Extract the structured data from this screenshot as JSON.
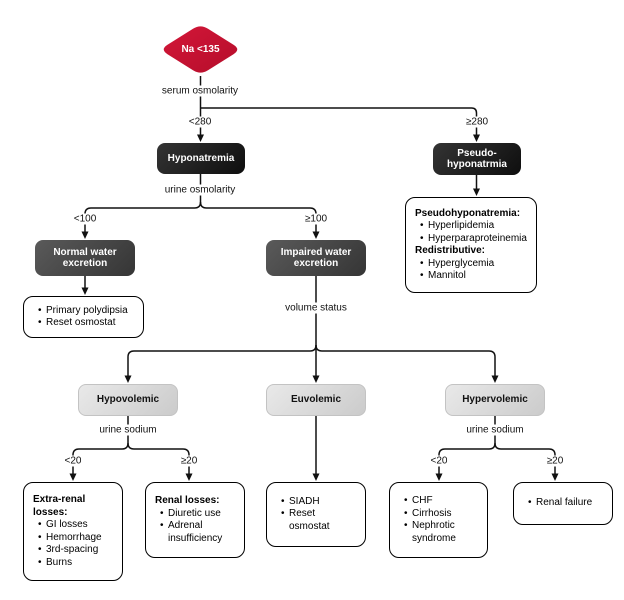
{
  "colors": {
    "diamond_red": "#C8102E",
    "dark_node": "#1a1a1a",
    "mid_node": "#474747",
    "light_node": "#d9d9d9",
    "line": "#111111"
  },
  "diagram": {
    "start_node": {
      "label": "Na <135"
    },
    "decision_labels": {
      "serum_osmolarity": "serum osmolarity",
      "urine_osmolarity": "urine osmolarity",
      "volume_status": "volume status",
      "urine_sodium_hypo": "urine sodium",
      "urine_sodium_hyper": "urine sodium"
    },
    "branch_labels": {
      "serum_low": "<280",
      "serum_high": "≥280",
      "urine_low": "<100",
      "urine_high": "≥100",
      "hypo_low": "<20",
      "hypo_high": "≥20",
      "hyper_low": "<20",
      "hyper_high": "≥20"
    },
    "category_nodes": {
      "hyponatremia": "Hyponatremia",
      "pseudohyponatremia": "Pseudo-hyponatrmia",
      "normal_water": "Normal water excretion",
      "impaired_water": "Impaired water excretion",
      "hypovolemic": "Hypovolemic",
      "euvolemic": "Euvolemic",
      "hypervolemic": "Hypervolemic"
    },
    "result_boxes": {
      "pseudo_detail": {
        "sections": [
          {
            "header": "Pseudohyponatremia:",
            "items": [
              "Hyperlipidemia",
              "Hyperparaproteinemia"
            ]
          },
          {
            "header": "Redistributive:",
            "items": [
              "Hyperglycemia",
              "Mannitol"
            ]
          }
        ]
      },
      "normal_water_causes": {
        "items": [
          "Primary polydipsia",
          "Reset osmostat"
        ]
      },
      "extra_renal": {
        "header": "Extra-renal losses:",
        "items": [
          "GI losses",
          "Hemorrhage",
          "3rd-spacing",
          "Burns"
        ]
      },
      "renal_losses": {
        "header": "Renal losses:",
        "items": [
          "Diuretic use",
          "Adrenal insufficiency"
        ]
      },
      "euvolemic_causes": {
        "items": [
          "SIADH",
          "Reset osmostat"
        ]
      },
      "hypervolemic_low_na": {
        "items": [
          "CHF",
          "Cirrhosis",
          "Nephrotic syndrome"
        ]
      },
      "hypervolemic_high_na": {
        "items": [
          "Renal failure"
        ]
      }
    }
  }
}
